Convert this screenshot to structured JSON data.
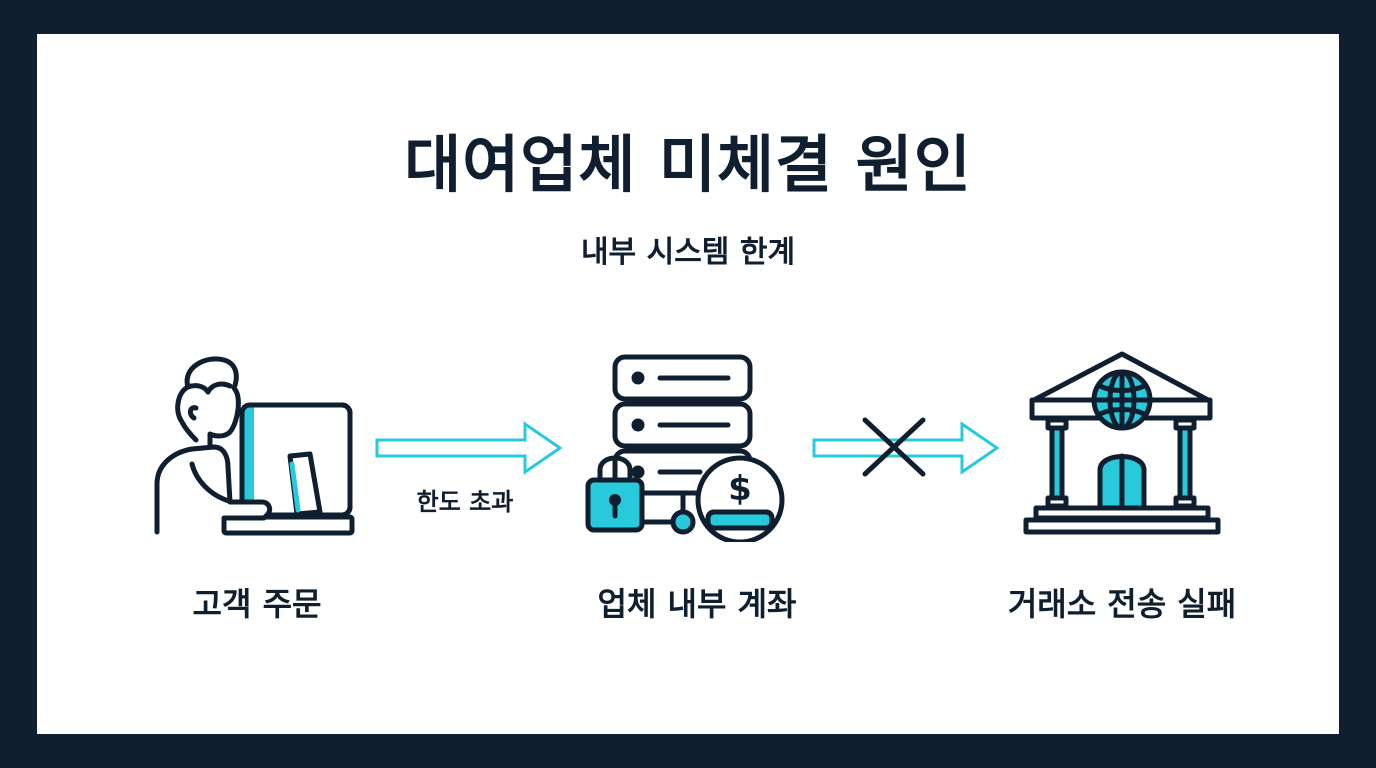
{
  "diagram": {
    "title": "대여업체 미체결 원인",
    "subtitle": "내부 시스템 한계",
    "nodes": [
      {
        "id": "customer",
        "label": "고객 주문",
        "icon": "user-at-computer-icon"
      },
      {
        "id": "internal",
        "label": "업체 내부 계좌",
        "icon": "server-lock-dollar-icon"
      },
      {
        "id": "exchange",
        "label": "거래소 전송 실패",
        "icon": "bank-globe-icon"
      }
    ],
    "edges": [
      {
        "from": "customer",
        "to": "internal",
        "label": "한도 초과",
        "blocked": false
      },
      {
        "from": "internal",
        "to": "exchange",
        "label": "",
        "blocked": true
      }
    ]
  },
  "colors": {
    "frame": "#0f1f2f",
    "accent": "#29c9dc",
    "ink": "#0f1f2f",
    "background": "#ffffff"
  }
}
